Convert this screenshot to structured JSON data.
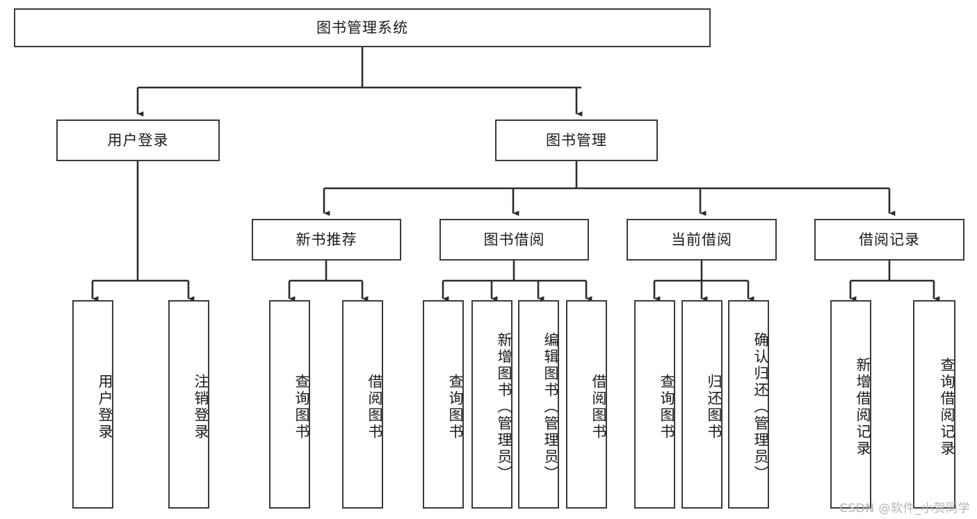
{
  "diagram": {
    "title": "图书管理系统",
    "watermark": "CSDN @软件_小贺同学",
    "colors": {
      "box_border": "#3a3a3a",
      "box_fill": "#ffffff",
      "edge": "#2b2b2b",
      "text": "#1a1a1a",
      "watermark": "#b4b4b4",
      "background": "#ffffff"
    },
    "root": {
      "label": "图书管理系统",
      "orientation": "horizontal"
    },
    "level2": [
      {
        "label": "用户登录",
        "orientation": "horizontal"
      },
      {
        "label": "图书管理",
        "orientation": "horizontal"
      }
    ],
    "level3": [
      {
        "label": "新书推荐",
        "orientation": "horizontal",
        "parent": "图书管理"
      },
      {
        "label": "图书借阅",
        "orientation": "horizontal",
        "parent": "图书管理"
      },
      {
        "label": "当前借阅",
        "orientation": "horizontal",
        "parent": "图书管理"
      },
      {
        "label": "借阅记录",
        "orientation": "horizontal",
        "parent": "图书管理"
      }
    ],
    "leaves": {
      "user_login": [
        {
          "label": "用户登录",
          "orientation": "vertical"
        },
        {
          "label": "注销登录",
          "orientation": "vertical"
        }
      ],
      "new_book_recommend": [
        {
          "label": "查询图书",
          "orientation": "vertical"
        },
        {
          "label": "借阅图书",
          "orientation": "vertical"
        }
      ],
      "book_borrow": [
        {
          "label": "查询图书",
          "orientation": "vertical"
        },
        {
          "label": "新增图书（管理员）",
          "orientation": "vertical"
        },
        {
          "label": "编辑图书（管理员）",
          "orientation": "vertical"
        },
        {
          "label": "借阅图书",
          "orientation": "vertical"
        }
      ],
      "current_borrow": [
        {
          "label": "查询图书",
          "orientation": "vertical"
        },
        {
          "label": "归还图书",
          "orientation": "vertical"
        },
        {
          "label": "确认归还（管理员）",
          "orientation": "vertical"
        }
      ],
      "borrow_record": [
        {
          "label": "新增借阅记录",
          "orientation": "vertical"
        },
        {
          "label": "查询借阅记录",
          "orientation": "vertical"
        }
      ]
    }
  }
}
